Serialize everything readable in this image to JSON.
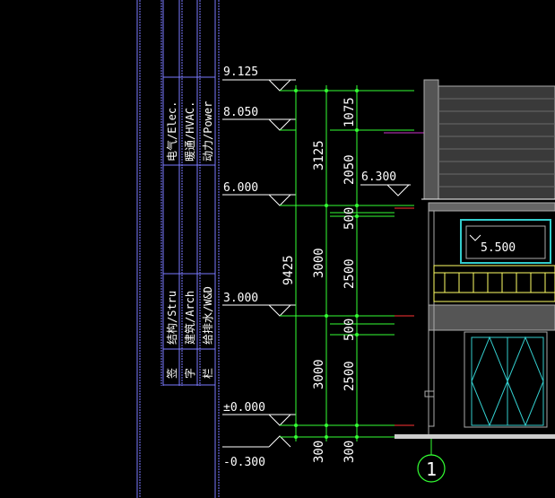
{
  "elevations": {
    "roof_top": "9.125",
    "eave": "8.050",
    "third_floor": "6.000",
    "second_floor": "3.000",
    "ground": "±0.000",
    "grade": "-0.300",
    "canopy": "6.300",
    "window_level": "5.500"
  },
  "dimensions": {
    "total": "9425",
    "chain1": [
      "3125",
      "3000",
      "3000",
      "300"
    ],
    "chain2": [
      "1075",
      "2050",
      "500",
      "2500",
      "500",
      "2500",
      "300"
    ]
  },
  "title_block": {
    "col1": [
      "电气/Elec.",
      "结构/Stru"
    ],
    "col2": [
      "暖通/HVAC.",
      "建筑/Arch"
    ],
    "col3": [
      "动力/Power",
      "给排水/W&D"
    ],
    "sign_labels": [
      "签",
      "字",
      "栏"
    ]
  },
  "grid_axis": "1",
  "colors": {
    "background": "#000000",
    "dimension": "#33ff33",
    "text": "#ffffff",
    "frame": "#7a7aff",
    "wall": "#aaaaaa",
    "balcony": "#ffff66",
    "window": "#33cccc",
    "accent_line": "#cc33cc",
    "axis_red": "#ff3333"
  }
}
